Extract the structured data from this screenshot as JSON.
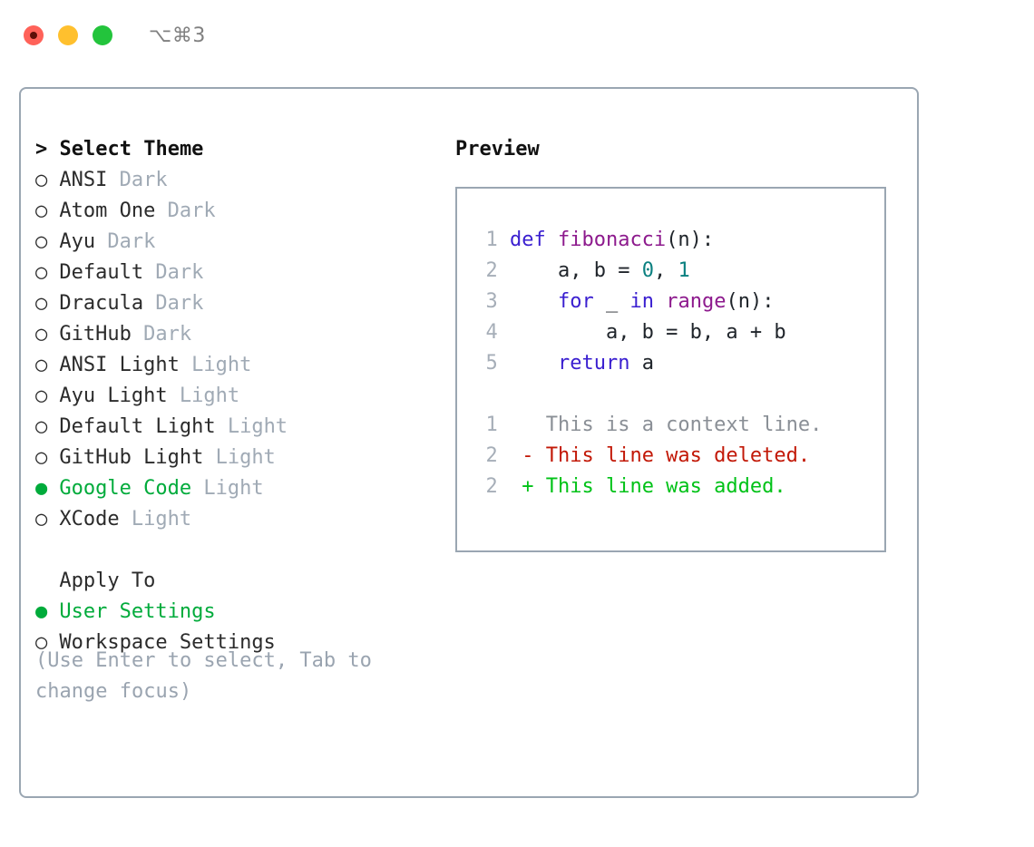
{
  "window": {
    "shortcut_label": "⌥⌘3",
    "traffic_lights": [
      "close",
      "minimize",
      "maximize"
    ]
  },
  "left": {
    "header": "> Select Theme",
    "themes": [
      {
        "marker": "○",
        "selected": false,
        "name": "ANSI",
        "tag": "Dark"
      },
      {
        "marker": "○",
        "selected": false,
        "name": "Atom One",
        "tag": "Dark"
      },
      {
        "marker": "○",
        "selected": false,
        "name": "Ayu",
        "tag": "Dark"
      },
      {
        "marker": "○",
        "selected": false,
        "name": "Default",
        "tag": "Dark"
      },
      {
        "marker": "○",
        "selected": false,
        "name": "Dracula",
        "tag": "Dark"
      },
      {
        "marker": "○",
        "selected": false,
        "name": "GitHub",
        "tag": "Dark"
      },
      {
        "marker": "○",
        "selected": false,
        "name": "ANSI Light",
        "tag": "Light"
      },
      {
        "marker": "○",
        "selected": false,
        "name": "Ayu Light",
        "tag": "Light"
      },
      {
        "marker": "○",
        "selected": false,
        "name": "Default Light",
        "tag": "Light"
      },
      {
        "marker": "○",
        "selected": false,
        "name": "GitHub Light",
        "tag": "Light"
      },
      {
        "marker": "●",
        "selected": true,
        "name": "Google Code",
        "tag": "Light"
      },
      {
        "marker": "○",
        "selected": false,
        "name": "XCode",
        "tag": "Light"
      }
    ],
    "apply_to_label": "Apply To",
    "apply_options": [
      {
        "marker": "●",
        "selected": true,
        "name": "User Settings"
      },
      {
        "marker": "○",
        "selected": false,
        "name": "Workspace Settings"
      }
    ],
    "hint": "(Use Enter to select, Tab to change focus)"
  },
  "preview": {
    "title": "Preview",
    "code_lines": [
      {
        "n": "1",
        "tokens": [
          {
            "t": "def ",
            "c": "kw"
          },
          {
            "t": "fibonacci",
            "c": "fn"
          },
          {
            "t": "(n):",
            "c": "punct"
          }
        ]
      },
      {
        "n": "2",
        "tokens": [
          {
            "t": "    a, b = ",
            "c": "plain"
          },
          {
            "t": "0",
            "c": "num"
          },
          {
            "t": ", ",
            "c": "plain"
          },
          {
            "t": "1",
            "c": "num"
          }
        ]
      },
      {
        "n": "3",
        "tokens": [
          {
            "t": "    ",
            "c": "plain"
          },
          {
            "t": "for",
            "c": "kw"
          },
          {
            "t": " _ ",
            "c": "plain"
          },
          {
            "t": "in",
            "c": "kw"
          },
          {
            "t": " ",
            "c": "plain"
          },
          {
            "t": "range",
            "c": "fn"
          },
          {
            "t": "(n):",
            "c": "punct"
          }
        ]
      },
      {
        "n": "4",
        "tokens": [
          {
            "t": "        a, b = b, a + b",
            "c": "plain"
          }
        ]
      },
      {
        "n": "5",
        "tokens": [
          {
            "t": "    ",
            "c": "plain"
          },
          {
            "t": "return",
            "c": "kw"
          },
          {
            "t": " a",
            "c": "plain"
          }
        ]
      }
    ],
    "diff_lines": [
      {
        "n": "1",
        "sign": "  ",
        "text": "This is a context line.",
        "kind": "d-ctx"
      },
      {
        "n": "2",
        "sign": "- ",
        "text": "This line was deleted.",
        "kind": "d-del"
      },
      {
        "n": "2",
        "sign": "+ ",
        "text": "This line was added.",
        "kind": "d-add"
      }
    ]
  },
  "colors": {
    "border": "#9aa6b2",
    "selected_green": "#00ab3b",
    "muted_tag": "#a0aab5",
    "hint_text": "#9aa4b0",
    "keyword": "#3a1fd0",
    "function": "#8d1a8d",
    "number": "#0b8080",
    "diff_context": "#8a8f96",
    "diff_deleted": "#c21807",
    "diff_added": "#00c217",
    "traffic_red": "#ff6259",
    "traffic_yellow": "#ffc02e",
    "traffic_green": "#23c43c"
  }
}
